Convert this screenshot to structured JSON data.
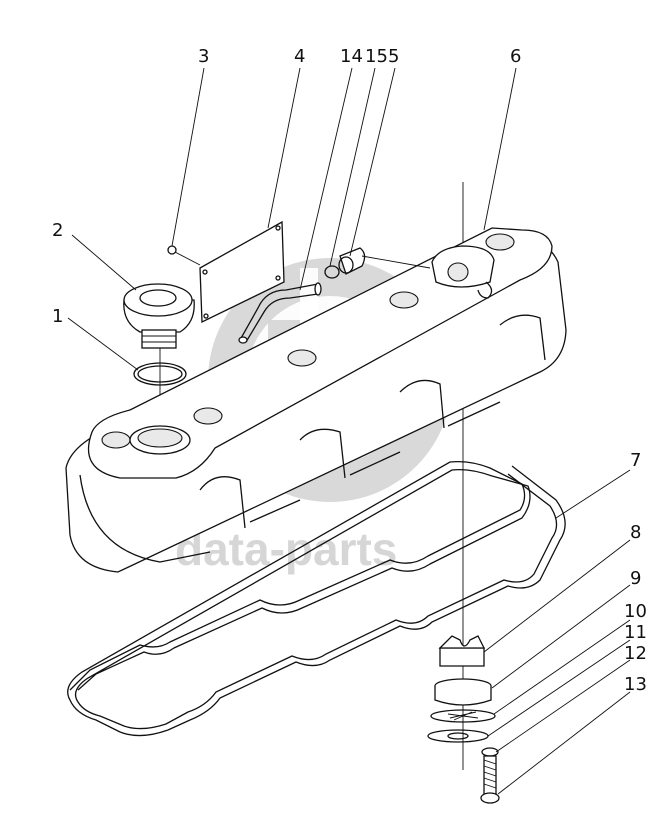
{
  "diagram": {
    "callouts": [
      "1",
      "2",
      "3",
      "4",
      "14",
      "15",
      "5",
      "6",
      "7",
      "8",
      "9",
      "10",
      "11",
      "12",
      "13"
    ],
    "watermark": {
      "text": "data-parts",
      "color": "#d0d0d0"
    },
    "line_color": "#111111"
  }
}
